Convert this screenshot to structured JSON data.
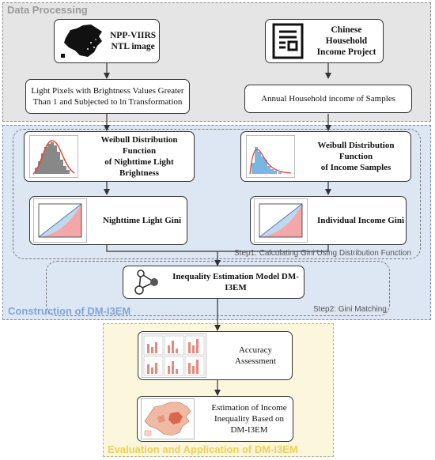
{
  "sections": {
    "processing_title": "Data Processing",
    "construction_title": "Construction of DM-I3EM",
    "evaluation_title": "Evaluation and Application of DM-I3EM"
  },
  "colors": {
    "processing_title": "#9a9a9a",
    "construction_title": "#7fa6d8",
    "evaluation_title": "#f1cf52",
    "hist_bar": "#888888",
    "hist_bar_blue": "#7ab7e0",
    "curve_red": "#e0463b",
    "lorenz_blue": "#bfd9ef",
    "lorenz_red": "#f2a8a8"
  },
  "nodes": {
    "ntl_image": "NPP-VIIRS\nNTL image",
    "household_project": "Chinese Household\nIncome Project",
    "light_pixels": "Light Pixels with Brightness Values Greater\nThan 1 and Subjected to ln Transformation",
    "annual_income": "Annual Household income of Samples",
    "weibull_light": "Weibull Distribution Function\nof Nighttime Light Brightness",
    "weibull_income": "Weibull Distribution Function\nof Income Samples",
    "ntl_gini": "Nighttime Light Gini",
    "income_gini": "Individual Income Gini",
    "model": "Inequality Estimation Model DM-I3EM",
    "accuracy": "Accuracy Assessment",
    "estimation": "Estimation of Income\nInequality Based on DM-I3EM"
  },
  "steps": {
    "step1": "Step1: Calculating Gini Using Distribution Function",
    "step2": "Step2: Gini Matching"
  },
  "icons": {
    "map": "china-ntl-map-icon",
    "document": "document-icon",
    "network": "network-nodes-icon"
  }
}
